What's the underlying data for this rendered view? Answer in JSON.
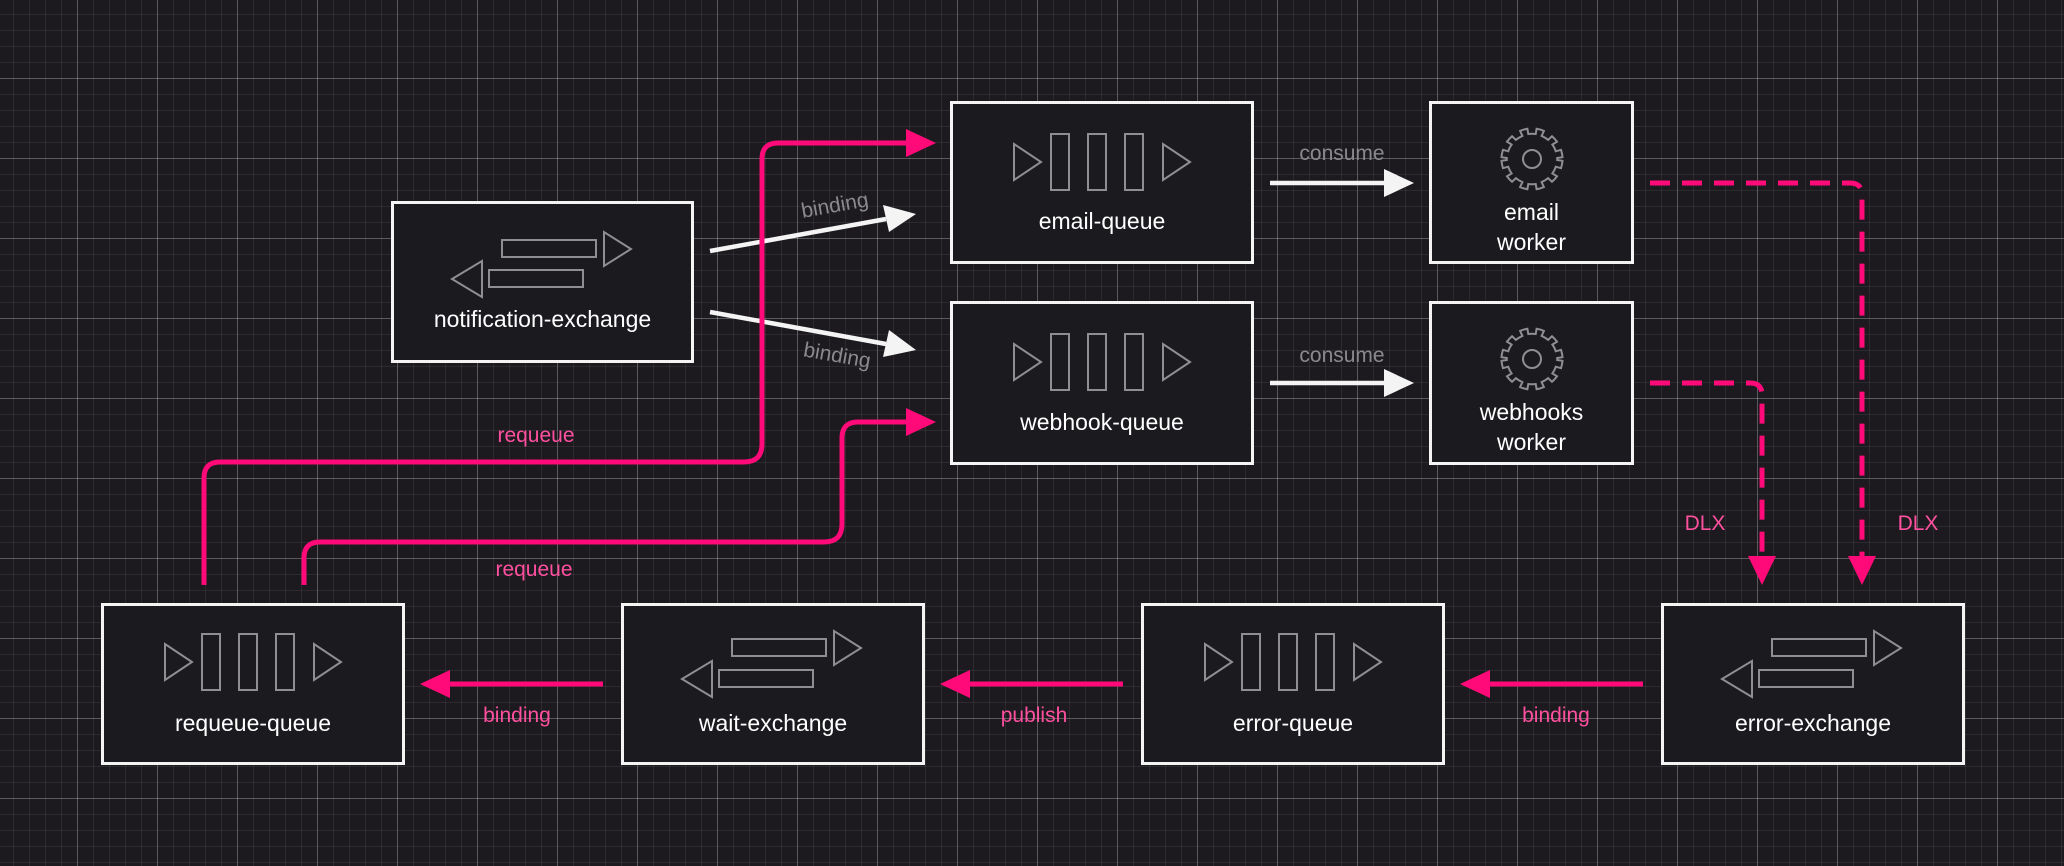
{
  "nodes": {
    "notification_exchange": "notification-exchange",
    "email_queue": "email-queue",
    "webhook_queue": "webhook-queue",
    "email_worker": "email\nworker",
    "webhooks_worker": "webhooks\nworker",
    "requeue_queue": "requeue-queue",
    "wait_exchange": "wait-exchange",
    "error_queue": "error-queue",
    "error_exchange": "error-exchange"
  },
  "edge_labels": {
    "binding_email": "binding",
    "binding_webhook": "binding",
    "consume_email": "consume",
    "consume_webhook": "consume",
    "requeue_email": "requeue",
    "requeue_webhook": "requeue",
    "dlx_webhooks": "DLX",
    "dlx_email": "DLX",
    "binding_error": "binding",
    "publish_wait": "publish",
    "binding_requeue": "binding"
  },
  "colors": {
    "accent": "#ff0a78",
    "accent_text": "#ff4f9f",
    "edge_white": "#f4f4f4",
    "muted_text": "#8a8a8e",
    "icon_gray": "#8e8e93",
    "box_border": "#f4f4f4"
  },
  "icons": {
    "exchange": "exchange-icon",
    "queue": "queue-icon",
    "worker": "gear-icon"
  }
}
